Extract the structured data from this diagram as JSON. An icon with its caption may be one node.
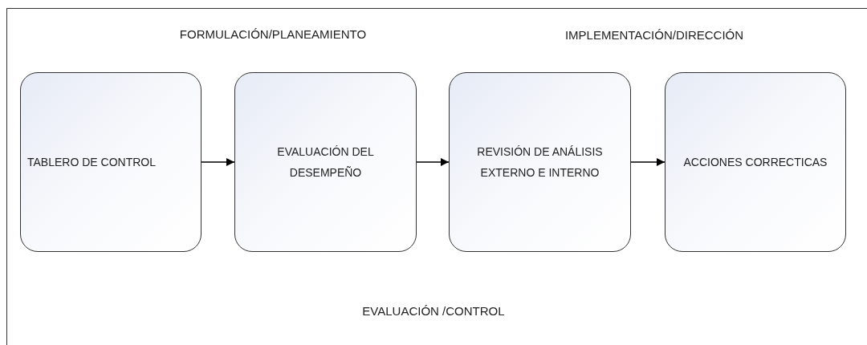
{
  "diagram": {
    "nodes": [
      {
        "text": [
          "TABLERO DE CONTROL"
        ]
      },
      {
        "text": [
          "EVALUACIÓN DEL DESEMPEÑO"
        ]
      },
      {
        "text": [
          "REVISIÓN DE ANÁLISIS EXTERNO E INTERNO"
        ]
      },
      {
        "text": [
          "ACCIONES CORRECTICAS"
        ]
      }
    ],
    "edges": [
      {
        "from": 0,
        "to": 1,
        "arrow": "to"
      },
      {
        "from": 1,
        "to": 2,
        "arrow": "to"
      },
      {
        "from": 2,
        "to": 3,
        "arrow": "to"
      }
    ],
    "labels": [
      "FORMULACIÓN/PLANEAMIENTO",
      "IMPLEMENTACIÓN/DIRECCIÓN",
      "EVALUACIÓN /CONTROL"
    ]
  }
}
